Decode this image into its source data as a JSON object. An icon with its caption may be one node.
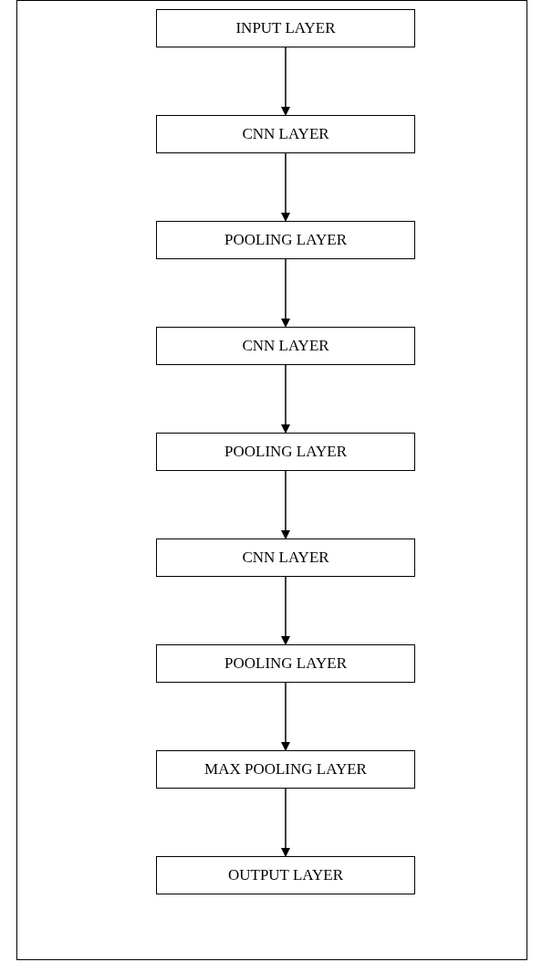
{
  "diagram": {
    "nodes": [
      {
        "text": [
          "INPUT LAYER"
        ]
      },
      {
        "text": [
          "CNN LAYER"
        ]
      },
      {
        "text": [
          "POOLING LAYER"
        ]
      },
      {
        "text": [
          "CNN LAYER"
        ]
      },
      {
        "text": [
          "POOLING LAYER"
        ]
      },
      {
        "text": [
          "CNN LAYER"
        ]
      },
      {
        "text": [
          "POOLING LAYER"
        ]
      },
      {
        "text": [
          "MAX POOLING LAYER"
        ]
      },
      {
        "text": [
          "OUTPUT LAYER"
        ]
      }
    ],
    "edges": [
      {
        "from": 0,
        "to": 1,
        "arrow": "to"
      },
      {
        "from": 1,
        "to": 2,
        "arrow": "to"
      },
      {
        "from": 2,
        "to": 3,
        "arrow": "to"
      },
      {
        "from": 3,
        "to": 4,
        "arrow": "to"
      },
      {
        "from": 4,
        "to": 5,
        "arrow": "to"
      },
      {
        "from": 5,
        "to": 6,
        "arrow": "to"
      },
      {
        "from": 6,
        "to": 7,
        "arrow": "to"
      },
      {
        "from": 7,
        "to": 8,
        "arrow": "to"
      }
    ]
  }
}
